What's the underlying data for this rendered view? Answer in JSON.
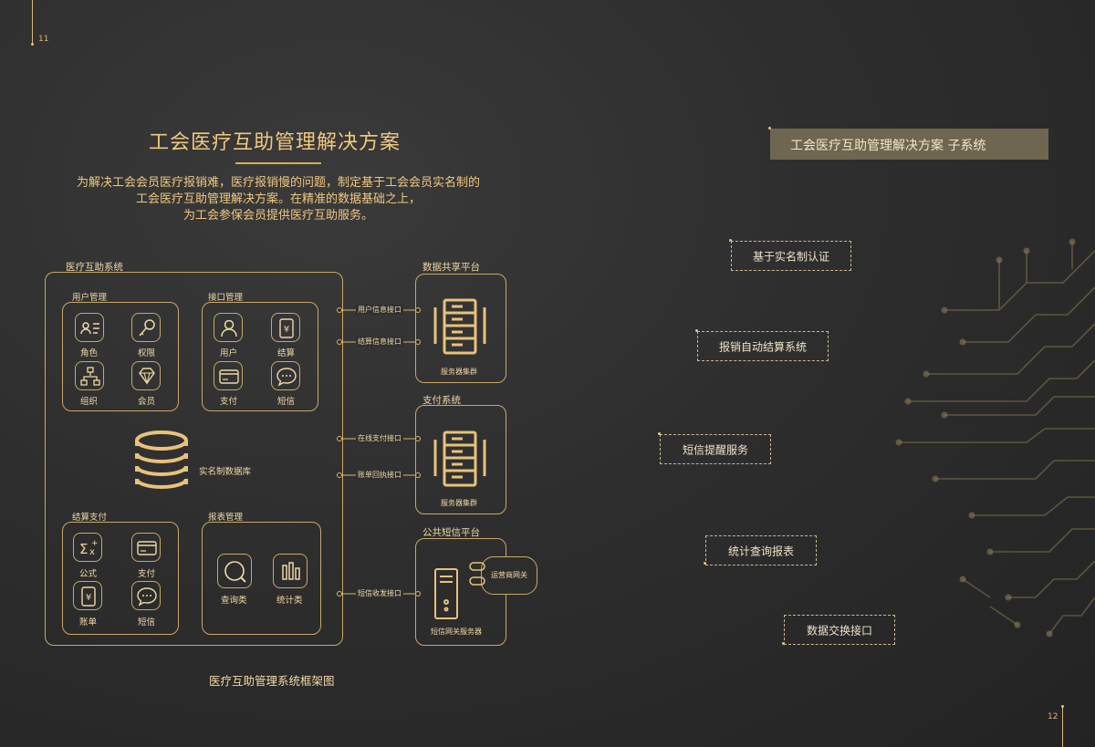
{
  "page_numbers": {
    "left": "11",
    "right": "12"
  },
  "title": "工会医疗互助管理解决方案",
  "intro": [
    "为解决工会会员医疗报销难，医疗报销慢的问题，制定基于工会会员实名制的",
    "工会医疗互助管理解决方案。在精准的数据基础之上，",
    "为工会参保会员提供医疗互助服务。"
  ],
  "system": {
    "label": "医疗互助系统",
    "user_mgmt": {
      "label": "用户管理",
      "items": [
        "角色",
        "权限",
        "组织",
        "会员"
      ]
    },
    "interface_mgmt": {
      "label": "接口管理",
      "items": [
        "用户",
        "结算",
        "支付",
        "短信"
      ]
    },
    "database": "实名制数据库",
    "settlement": {
      "label": "结算支付",
      "items": [
        "公式",
        "支付",
        "账单",
        "短信"
      ]
    },
    "report": {
      "label": "报表管理",
      "items": [
        "查询类",
        "统计类"
      ]
    }
  },
  "platforms": {
    "data_share": {
      "label": "数据共享平台",
      "server": "服务器集群",
      "interfaces": [
        "用户信息接口",
        "结算信息接口"
      ]
    },
    "payment": {
      "label": "支付系统",
      "server": "服务器集群",
      "interfaces": [
        "在线支付接口",
        "账单回执接口"
      ]
    },
    "sms": {
      "label": "公共短信平台",
      "server": "短信网关服务器",
      "gateway": "运营商网关",
      "interfaces": [
        "短信收发接口"
      ]
    }
  },
  "caption": "医疗互助管理系统框架图",
  "right": {
    "header": "工会医疗互助管理解决方案 子系统",
    "subsystems": [
      "基于实名制认证",
      "报销自动结算系统",
      "短信提醒服务",
      "统计查询报表",
      "数据交换接口"
    ]
  }
}
